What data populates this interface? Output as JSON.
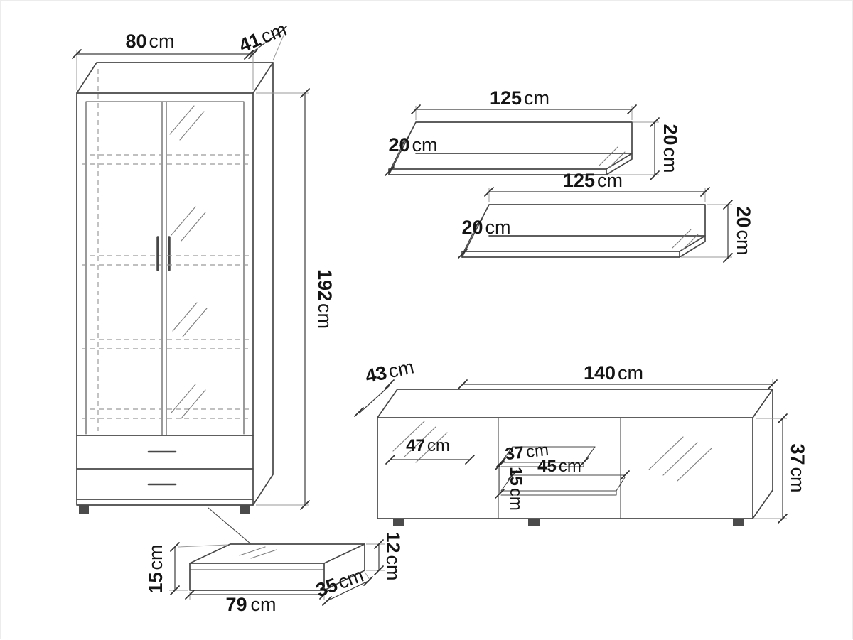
{
  "page": {
    "background": "#ffffff",
    "line_color": "#474747",
    "text_color": "#141414"
  },
  "cabinet": {
    "width": {
      "value": "80",
      "unit": "cm"
    },
    "depth": {
      "value": "41",
      "unit": "cm"
    },
    "height": {
      "value": "192",
      "unit": "cm"
    }
  },
  "shelf_upper": {
    "length": {
      "value": "125",
      "unit": "cm"
    },
    "depth": {
      "value": "20",
      "unit": "cm"
    },
    "height": {
      "value": "20",
      "unit": "cm"
    }
  },
  "shelf_lower": {
    "length": {
      "value": "125",
      "unit": "cm"
    },
    "depth": {
      "value": "20",
      "unit": "cm"
    },
    "height": {
      "value": "20",
      "unit": "cm"
    }
  },
  "tv_stand": {
    "width": {
      "value": "140",
      "unit": "cm"
    },
    "depth": {
      "value": "43",
      "unit": "cm"
    },
    "height": {
      "value": "37",
      "unit": "cm"
    },
    "left_section_width": {
      "value": "47",
      "unit": "cm"
    },
    "niche_upper_width": {
      "value": "37",
      "unit": "cm"
    },
    "niche_lower_width": {
      "value": "45",
      "unit": "cm"
    },
    "niche_height": {
      "value": "15",
      "unit": "cm"
    }
  },
  "drawer_unit": {
    "width": {
      "value": "79",
      "unit": "cm"
    },
    "depth": {
      "value": "35",
      "unit": "cm"
    },
    "height_front": {
      "value": "15",
      "unit": "cm"
    },
    "height_back": {
      "value": "12",
      "unit": "cm"
    }
  }
}
